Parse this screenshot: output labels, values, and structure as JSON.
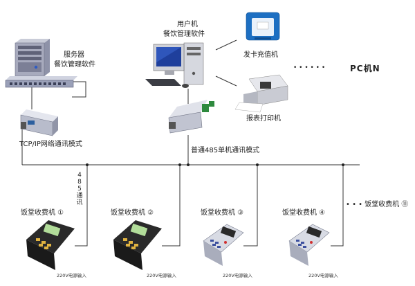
{
  "server": {
    "title": "服务器",
    "subtitle": "餐饮管理软件"
  },
  "user_pc": {
    "title": "用户机",
    "subtitle": "餐饮管理软件"
  },
  "card_machine": {
    "label": "发卡充值机"
  },
  "printer": {
    "label": "报表打印机"
  },
  "pc_n": {
    "dots": "• • • • • •",
    "label": "PC机N"
  },
  "tcpip": {
    "label": "TCP/IP网络通讯模式"
  },
  "rs485_mode": {
    "label": "普通485单机通讯模式"
  },
  "rs485_vertical": {
    "label": "485通讯"
  },
  "terminals": [
    {
      "label": "饭堂收费机 ①",
      "power": "220V电源输入"
    },
    {
      "label": "饭堂收费机 ②",
      "power": "220V电源输入"
    },
    {
      "label": "饭堂收费机 ③",
      "power": "220V电源输入"
    },
    {
      "label": "饭堂收费机 ④",
      "power": "220V电源输入"
    }
  ],
  "terminal_n": {
    "label": "• • • 饭堂收费机 ⑪"
  }
}
